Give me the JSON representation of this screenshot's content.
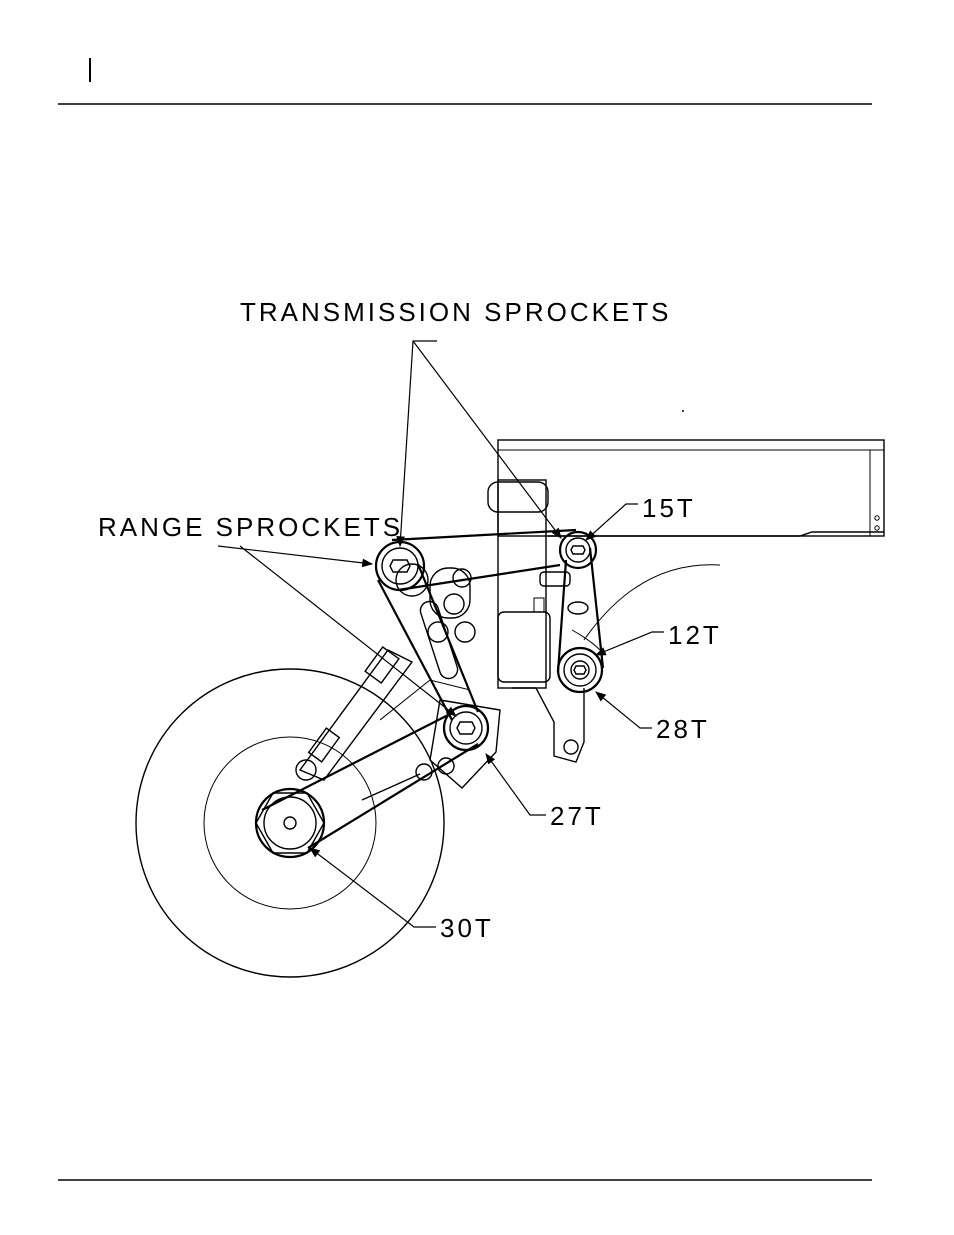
{
  "labels": {
    "transmission_sprockets": "TRANSMISSION SPROCKETS",
    "range_sprockets": "RANGE SPROCKETS",
    "t15": "15T",
    "t12": "12T",
    "t28": "28T",
    "t27": "27T",
    "t30": "30T"
  },
  "colors": {
    "ink": "#000000",
    "paper": "#ffffff"
  }
}
